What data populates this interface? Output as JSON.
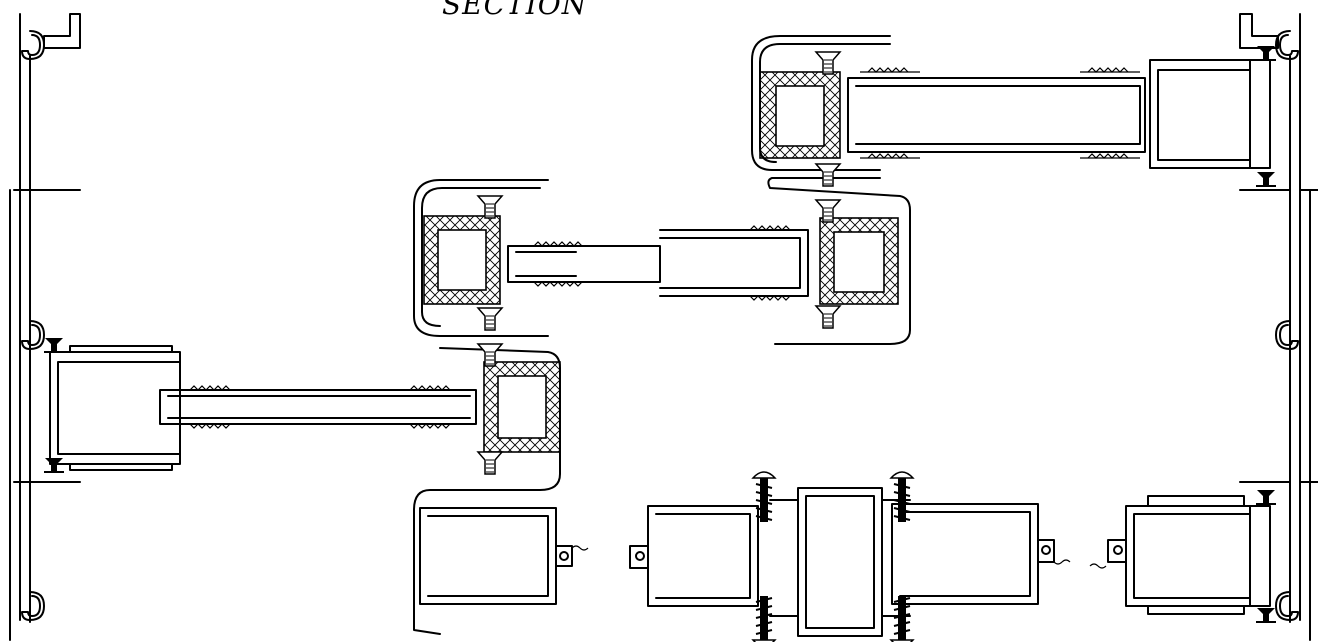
{
  "drawing": {
    "title": "SECTION",
    "line_color": "#000000",
    "background": "#ffffff",
    "components": {
      "outer_frames": [
        "left-outer-frame-profile",
        "right-outer-frame-profile"
      ],
      "sashes": [
        "upper-right-sash",
        "middle-sash",
        "lower-left-sash"
      ],
      "transom_mullions": [
        "upper-insulated-mullion",
        "middle-insulated-mullion",
        "lower-insulated-mullion"
      ],
      "bottom_row": [
        "bottom-left-box-profile",
        "bottom-center-coupler-with-screws",
        "bottom-right-box-profile"
      ],
      "icons": [
        "gasket-icon",
        "screw-icon",
        "hinge-knuckle-icon"
      ]
    }
  }
}
